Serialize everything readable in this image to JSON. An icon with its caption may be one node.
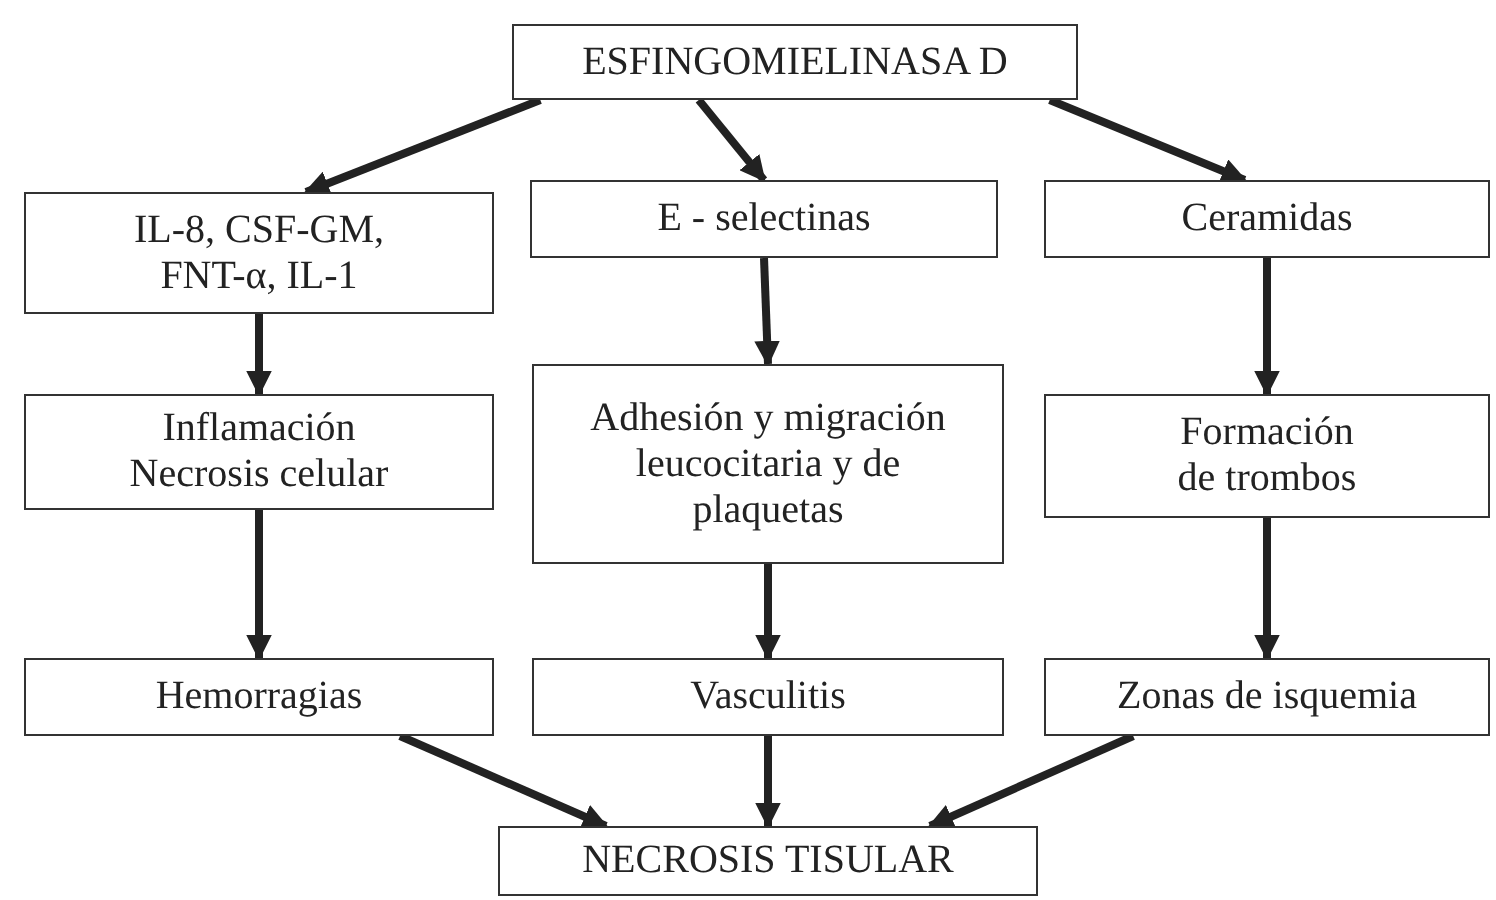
{
  "diagram": {
    "nodes": [
      {
        "text": [
          "ESFINGOMIELINASA D"
        ]
      },
      {
        "text": [
          "IL-8, CSF-GM, FNT-α, IL-1"
        ]
      },
      {
        "text": [
          "E - selectinas"
        ]
      },
      {
        "text": [
          "Ceramidas"
        ]
      },
      {
        "text": [
          "Inflamación",
          "Necrosis celular"
        ]
      },
      {
        "text": [
          "Adhesión y migración leucocitaria y de plaquetas"
        ]
      },
      {
        "text": [
          "Formación de trombos"
        ]
      },
      {
        "text": [
          "Hemorragias"
        ]
      },
      {
        "text": [
          "Vasculitis"
        ]
      },
      {
        "text": [
          "Zonas de isquemia"
        ]
      },
      {
        "text": [
          "NECROSIS TISULAR"
        ]
      }
    ],
    "edges": [
      {
        "from": 0,
        "to": 1,
        "arrow": "to"
      },
      {
        "from": 0,
        "to": 2,
        "arrow": "to"
      },
      {
        "from": 0,
        "to": 3,
        "arrow": "to"
      },
      {
        "from": 1,
        "to": 4,
        "arrow": "to"
      },
      {
        "from": 2,
        "to": 5,
        "arrow": "to"
      },
      {
        "from": 3,
        "to": 6,
        "arrow": "to"
      },
      {
        "from": 4,
        "to": 7,
        "arrow": "to"
      },
      {
        "from": 5,
        "to": 8,
        "arrow": "to"
      },
      {
        "from": 6,
        "to": 9,
        "arrow": "to"
      },
      {
        "from": 7,
        "to": 10,
        "arrow": "to"
      },
      {
        "from": 8,
        "to": 10,
        "arrow": "to"
      },
      {
        "from": 9,
        "to": 10,
        "arrow": "to"
      }
    ]
  }
}
